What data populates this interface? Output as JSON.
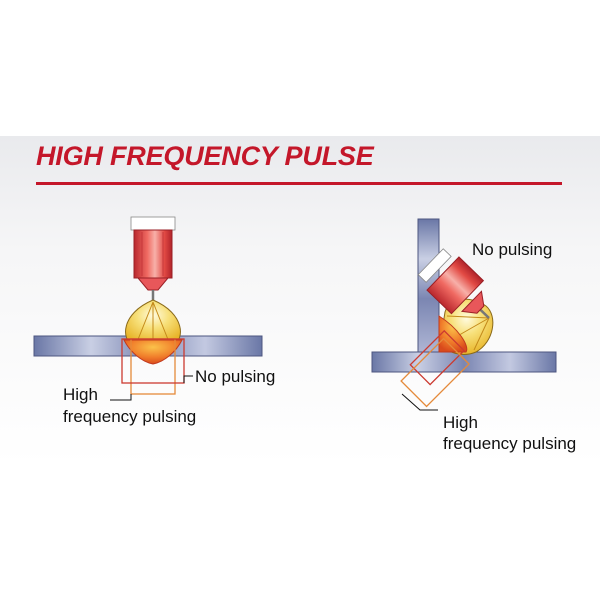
{
  "title": "HIGH FREQUENCY PULSE",
  "colors": {
    "title_red": "#c4172a",
    "plate_blue": "#6a77a6",
    "pulse_box": "#e58a3a",
    "no_pulse_box": "#cc3a30"
  },
  "left_diagram": {
    "no_pulsing_label": "No pulsing",
    "high_freq_label_line1": "High",
    "high_freq_label_line2": "frequency pulsing"
  },
  "right_diagram": {
    "no_pulsing_label": "No pulsing",
    "high_freq_label_line1": "High",
    "high_freq_label_line2": "frequency pulsing"
  }
}
